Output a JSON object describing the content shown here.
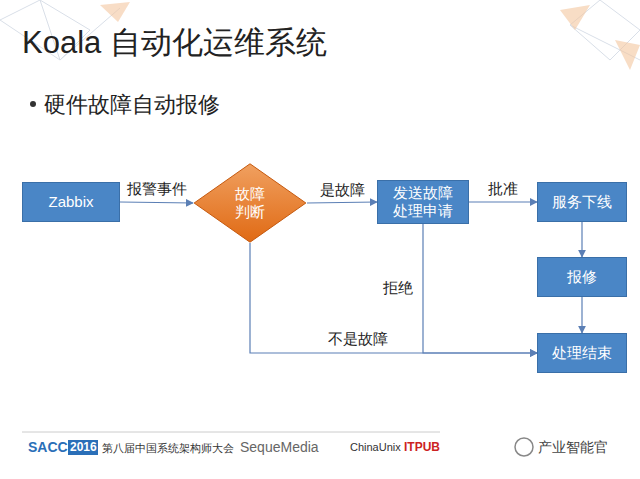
{
  "diagram": {
    "title": "Koala 自动化运维系统",
    "nodes": [
      {
        "text": [
          "Zabbix"
        ]
      },
      {
        "text": [
          "故障 判断"
        ]
      },
      {
        "text": [
          "发送故障 处理申请"
        ]
      },
      {
        "text": [
          "服务下线"
        ]
      },
      {
        "text": [
          "报修"
        ]
      },
      {
        "text": [
          "处理结束"
        ]
      }
    ],
    "edges": [
      {
        "from": 0,
        "to": 1,
        "arrow": "to",
        "label": "报警事件"
      },
      {
        "from": 1,
        "to": 2,
        "arrow": "to",
        "label": "是故障"
      },
      {
        "from": 2,
        "to": 3,
        "arrow": "to",
        "label": "批准"
      },
      {
        "from": 3,
        "to": 4,
        "arrow": "to"
      },
      {
        "from": 4,
        "to": 5,
        "arrow": "to"
      },
      {
        "from": 1,
        "to": 5,
        "arrow": "to",
        "label": "不是故障"
      },
      {
        "from": 2,
        "to": 5,
        "arrow": "to",
        "label": "拒绝"
      }
    ],
    "labels": [
      "硬件故障自动报修",
      "SACC",
      "2016",
      "第八届中国系统架构师大会",
      "SequeMedia",
      "ChinaUnix",
      "ITPUB",
      "产业智能官"
    ]
  }
}
